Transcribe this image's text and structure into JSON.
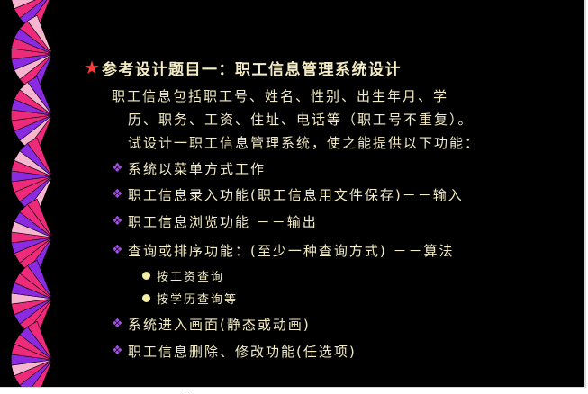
{
  "colors": {
    "background": "#000000",
    "text": "#f3ecc6",
    "star": "#ff3b3b",
    "diamond": "#a24ee4",
    "dot": "#f4eea4",
    "fan_pink": "#ee2a7b",
    "fan_purple": "#8a2be2",
    "fan_light": "#f6b6cf"
  },
  "slide": {
    "title": "参考设计题目一：职工信息管理系统设计",
    "intro_lines": [
      "职工信息包括职工号、姓名、性别、出生年月、学",
      "历、职务、工资、住址、电话等（职工号不重复）。",
      "试设计一职工信息管理系统，使之能提供以下功能："
    ],
    "bullets_top": [
      "系统以菜单方式工作",
      "职工信息录入功能(职工信息用文件保存)－－输入",
      "职工信息浏览功能 －－输出",
      "查询或排序功能：(至少一种查询方式) －－算法"
    ],
    "sub_bullets": [
      "按工资查询",
      "按学历查询等"
    ],
    "bullets_bottom": [
      "系统进入画面(静态或动画)",
      "职工信息删除、修改功能(任选项)"
    ]
  },
  "icons": {
    "title_marker": "star-icon",
    "bullet_marker": "diamond-bullet-icon",
    "sub_marker": "dot-bullet-icon",
    "decoration": "fan-decoration"
  }
}
